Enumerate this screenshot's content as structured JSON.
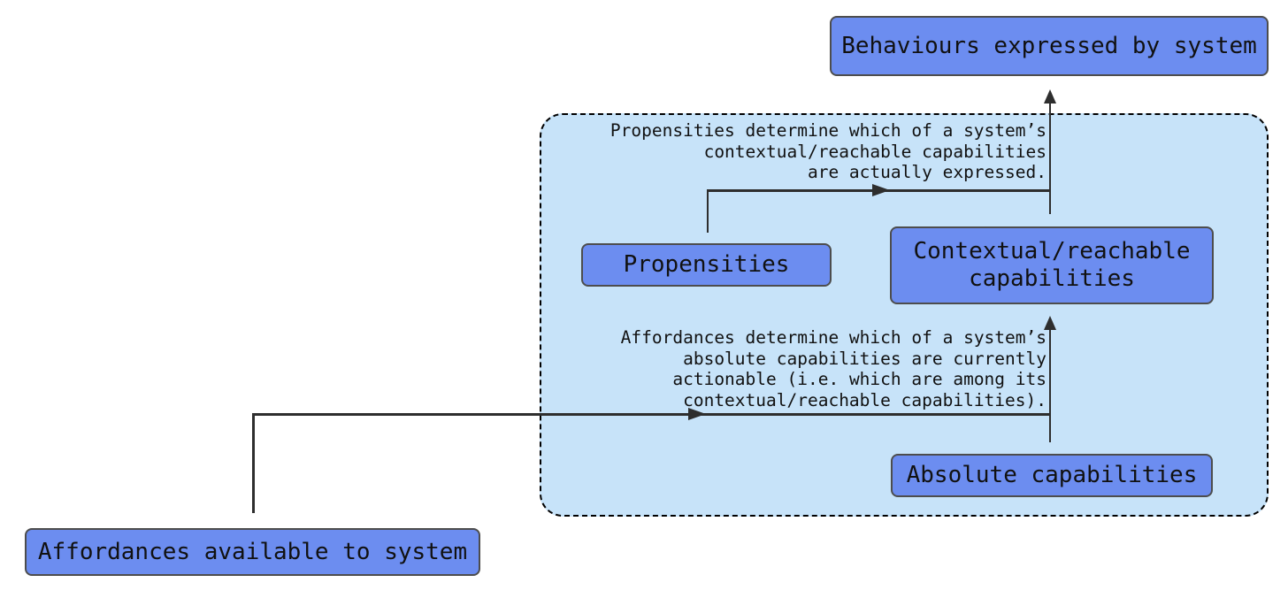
{
  "figure": {
    "nodes": {
      "behaviours": "Behaviours expressed by system",
      "propensities": "Propensities",
      "contextual_reachable": "Contextual/reachable capabilities",
      "absolute": "Absolute capabilities",
      "affordances": "Affordances available to system"
    },
    "annotations": {
      "propensities_note": "Propensities determine which of a system’s\ncontextual/reachable capabilities\nare actually expressed.",
      "affordances_note": "Affordances determine which of a system’s\nabsolute capabilities are currently\nactionable (i.e. which are among its\ncontextual/reachable capabilities)."
    },
    "colors": {
      "node_fill": "#6C8DF0",
      "node_border": "#4d4d4d",
      "container_fill": "#C7E3F9",
      "container_border": "#000000",
      "arrow": "#2e2e2e",
      "text": "#111111"
    }
  }
}
